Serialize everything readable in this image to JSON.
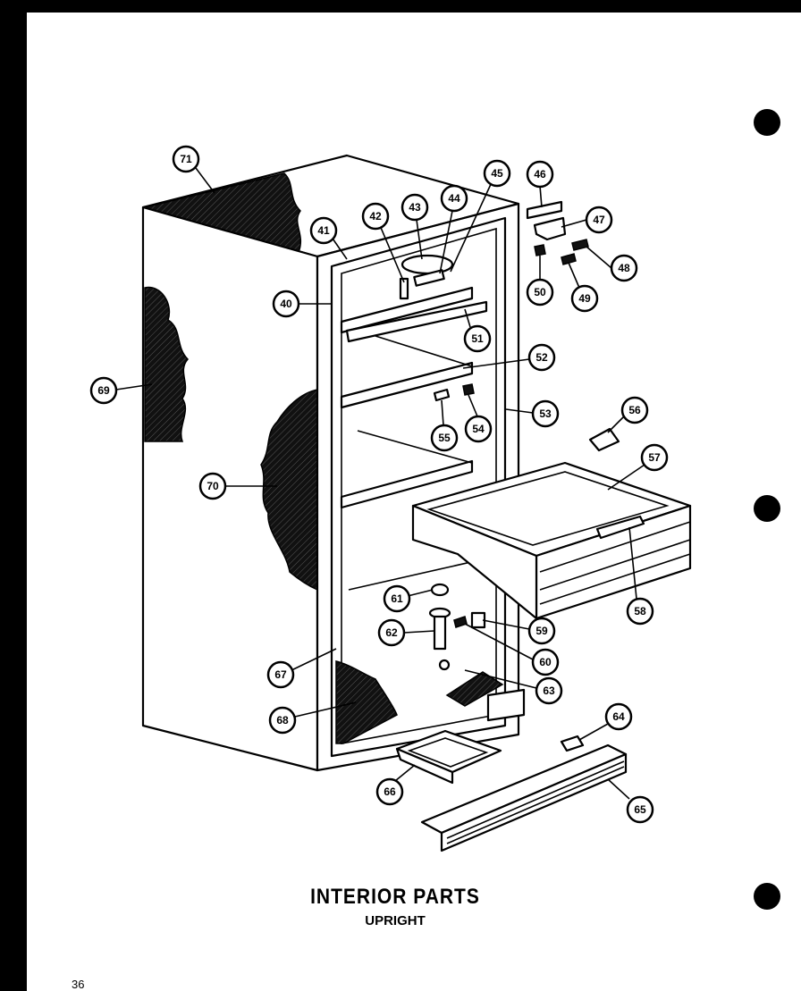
{
  "title": "INTERIOR PARTS",
  "subtitle": "UPRIGHT",
  "page_number": "36",
  "callouts": [
    "40",
    "41",
    "42",
    "43",
    "44",
    "45",
    "46",
    "47",
    "48",
    "49",
    "50",
    "51",
    "52",
    "53",
    "54",
    "55",
    "56",
    "57",
    "58",
    "59",
    "60",
    "61",
    "62",
    "63",
    "64",
    "65",
    "66",
    "67",
    "68",
    "69",
    "70",
    "71"
  ]
}
